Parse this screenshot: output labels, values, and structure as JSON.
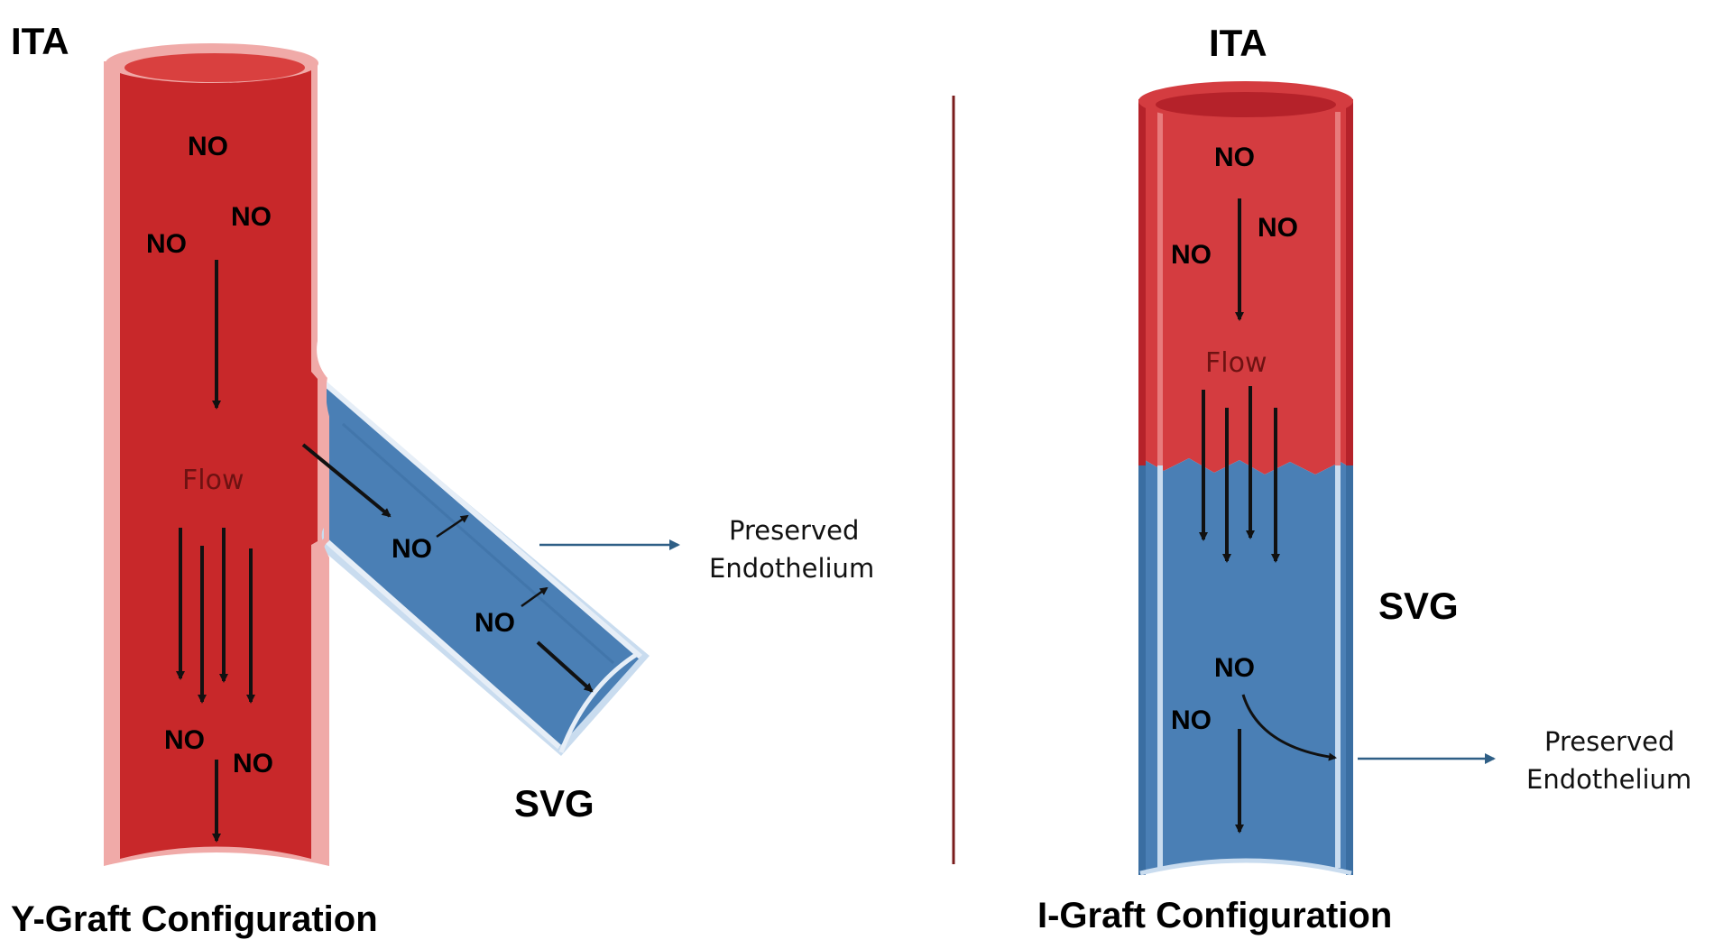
{
  "left": {
    "title": "Y-Graft Configuration",
    "top_vessel_label": "ITA",
    "branch_label": "SVG",
    "flow_label": "Flow",
    "annotation_line1": "Preserved",
    "annotation_line2": "Endothelium",
    "no_labels": [
      "NO",
      "NO",
      "NO",
      "NO",
      "NO",
      "NO",
      "NO"
    ]
  },
  "right": {
    "title": "I-Graft Configuration",
    "top_vessel_label": "ITA",
    "lower_label": "SVG",
    "flow_label": "Flow",
    "annotation_line1": "Preserved",
    "annotation_line2": "Endothelium",
    "no_labels": [
      "NO",
      "NO",
      "NO",
      "NO",
      "NO"
    ]
  },
  "colors": {
    "ita_red": "#c8282a",
    "ita_wall": "#f0aaa8",
    "svg_blue": "#4a7fb5",
    "svg_wall": "#c9dcef",
    "annotation_arrow": "#2f5f86",
    "divider": "#7a1c1c"
  }
}
